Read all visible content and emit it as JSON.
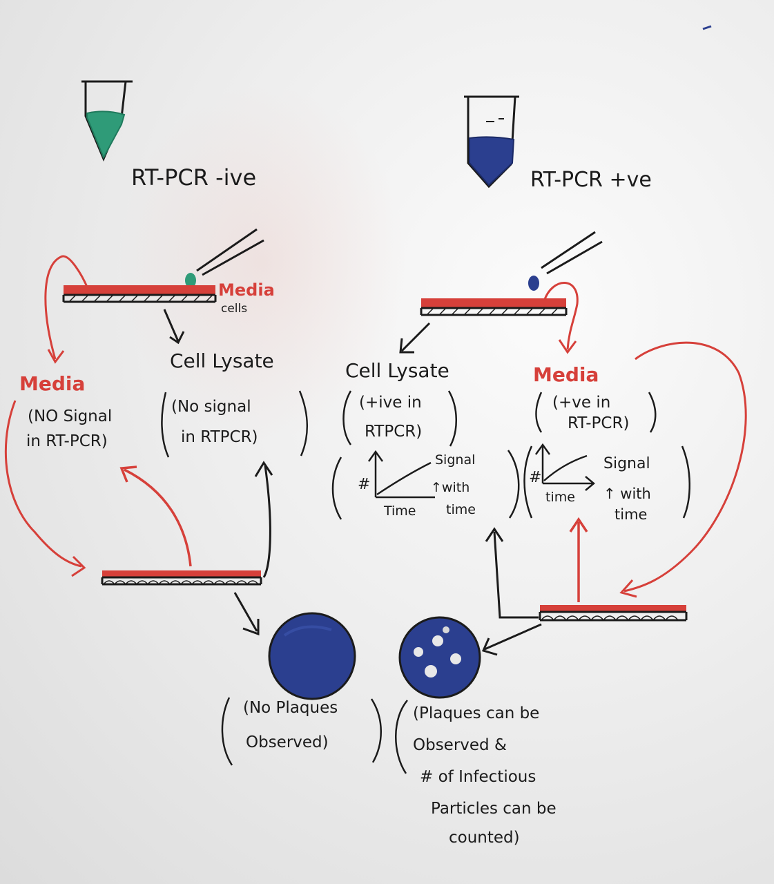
{
  "left": {
    "title": "RT-PCR -ive",
    "media_label": "Media",
    "cells_label": "cells",
    "media_result": {
      "title": "Media",
      "line1": "(NO Signal",
      "line2": "in RT-PCR)"
    },
    "lysate_result": {
      "title": "Cell Lysate",
      "line1": "(No signal",
      "line2": "in RTPCR)"
    },
    "plaque_note": {
      "line1": "(No Plaques",
      "line2": "Observed)"
    }
  },
  "right": {
    "title": "RT-PCR +ve",
    "lysate_result": {
      "title": "Cell Lysate",
      "line1": "(+ive in",
      "line2": "RTPCR)"
    },
    "media_result": {
      "title": "Media",
      "line1": "(+ve in",
      "line2": "RT-PCR)"
    },
    "graph1": {
      "y": "#",
      "x": "Time",
      "note1": "Signal",
      "note2": "↑with",
      "note3": "time"
    },
    "graph2": {
      "y": "#",
      "x": "time",
      "note1": "Signal",
      "note2": "↑ with",
      "note3": "time"
    },
    "plaque_note": {
      "line1": "(Plaques can be",
      "line2": "Observed &",
      "line3": "# of Infectious",
      "line4": "Particles can be",
      "line5": "counted)"
    }
  },
  "colors": {
    "ink_black": "#1b1b1b",
    "ink_red": "#d6403a",
    "ink_teal": "#2f9b78",
    "ink_blue": "#2b3f8f"
  }
}
